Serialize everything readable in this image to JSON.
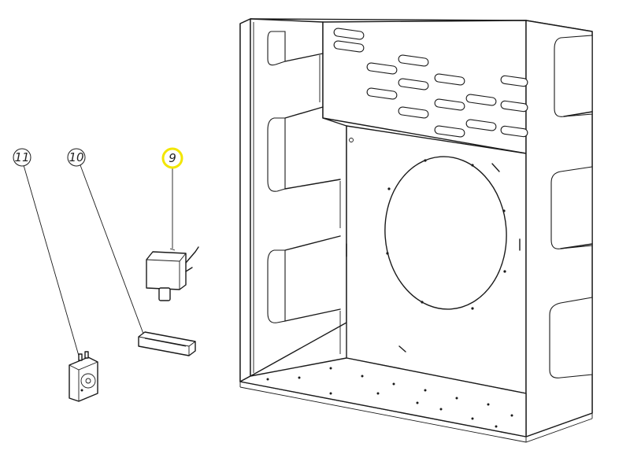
{
  "callouts": [
    {
      "label": "9",
      "highlighted": true,
      "part": "component-box"
    },
    {
      "label": "10",
      "highlighted": false,
      "part": "mounting-bracket"
    },
    {
      "label": "11",
      "highlighted": false,
      "part": "pressure-switch"
    }
  ],
  "colors": {
    "line": "#1a1a1a",
    "highlight": "#f2e600",
    "background": "#ffffff"
  }
}
